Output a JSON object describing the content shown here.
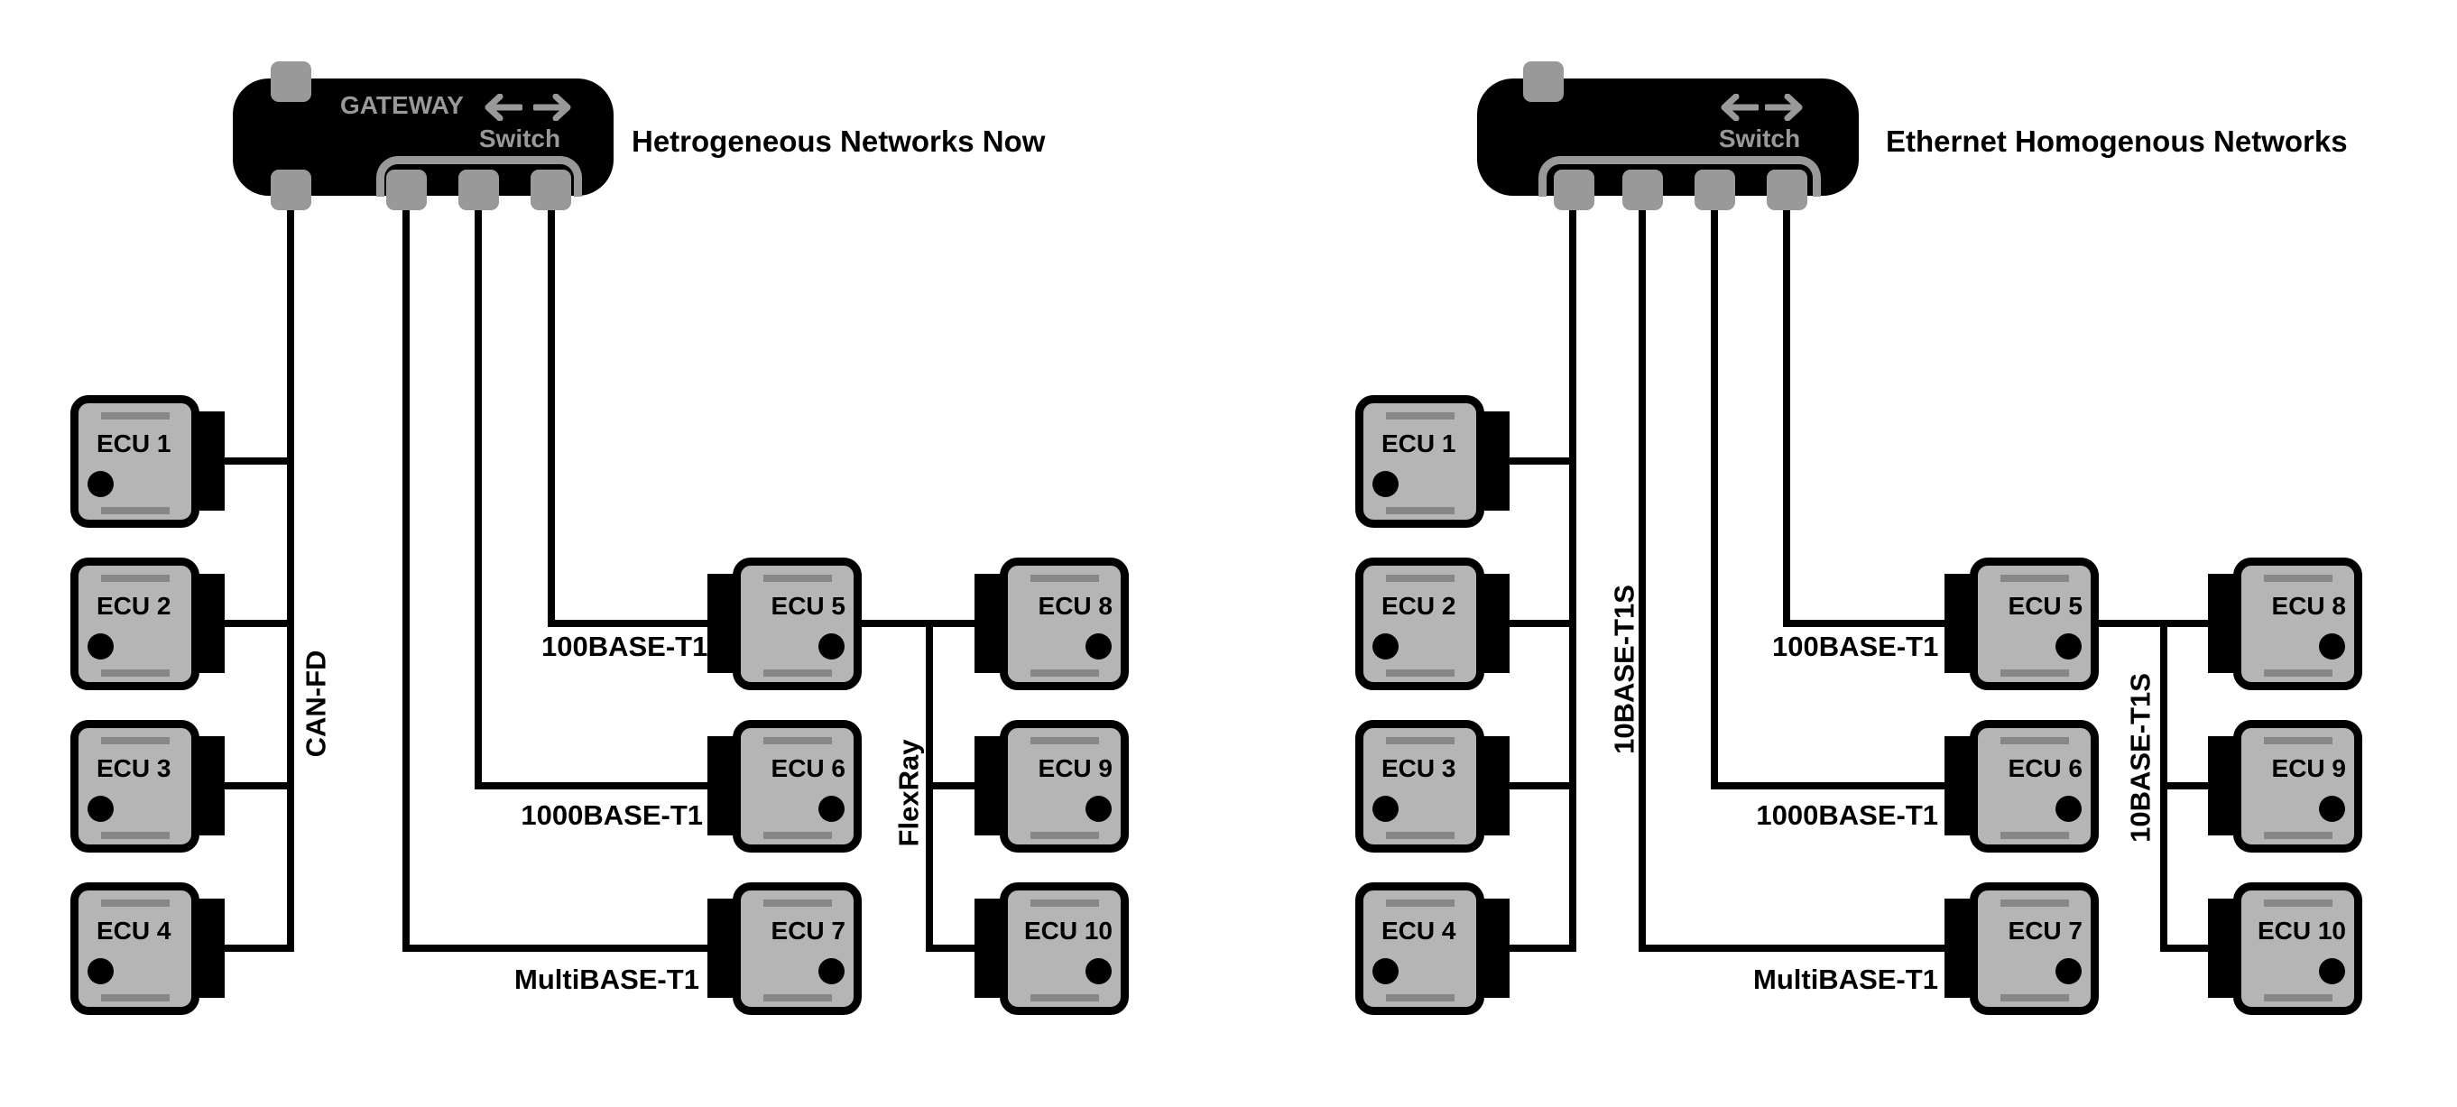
{
  "colors": {
    "background": "#ffffff",
    "line_black": "#000000",
    "gray_port": "#999999",
    "gray_body": "#b5b5b5",
    "gray_bar": "#878787"
  },
  "left": {
    "title": "Hetrogeneous Networks Now",
    "device_label": "GATEWAY",
    "switch_label": "Switch",
    "icons": [
      "arrow-left-icon",
      "arrow-right-icon",
      "ethernet-port"
    ],
    "buses": {
      "can_fd": "CAN-FD",
      "ecu5_link": "100BASE-T1",
      "ecu6_link": "1000BASE-T1",
      "ecu7_link": "MultiBASE-T1",
      "flexray": "FlexRay"
    },
    "ecus": [
      "ECU 1",
      "ECU 2",
      "ECU 3",
      "ECU 4",
      "ECU 5",
      "ECU 6",
      "ECU 7",
      "ECU 8",
      "ECU 9",
      "ECU 10"
    ]
  },
  "right": {
    "title": "Ethernet Homogenous Networks",
    "switch_label": "Switch",
    "icons": [
      "arrow-left-icon",
      "arrow-right-icon",
      "ethernet-port"
    ],
    "buses": {
      "bus1": "10BASE-T1S",
      "ecu5_link": "100BASE-T1",
      "ecu6_link": "1000BASE-T1",
      "ecu7_link": "MultiBASE-T1",
      "bus2": "10BASE-T1S"
    },
    "ecus": [
      "ECU 1",
      "ECU 2",
      "ECU 3",
      "ECU 4",
      "ECU 5",
      "ECU 6",
      "ECU 7",
      "ECU 8",
      "ECU 9",
      "ECU 10"
    ]
  }
}
